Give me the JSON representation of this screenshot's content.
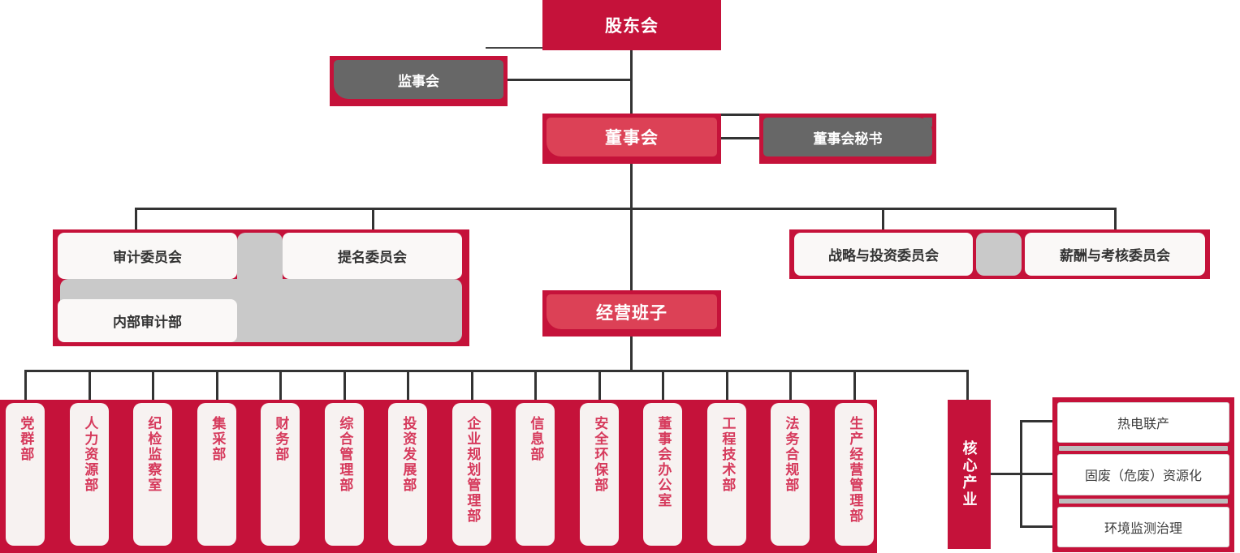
{
  "org": {
    "shareholders": "股东会",
    "supervisory_board": "监事会",
    "board": "董事会",
    "board_secretary": "董事会秘书",
    "audit_committee": "审计委员会",
    "nomination_committee": "提名委员会",
    "internal_audit_dept": "内部审计部",
    "strategy_investment_committee": "战略与投资委员会",
    "compensation_assessment_committee": "薪酬与考核委员会",
    "management_team": "经营班子",
    "departments": [
      "党群部",
      "人力资源部",
      "纪检监察室",
      "集采部",
      "财务部",
      "综合管理部",
      "投资发展部",
      "企业规划管理部",
      "信息部",
      "安全环保部",
      "董事会办公室",
      "工程技术部",
      "法务合规部",
      "生产经营管理部"
    ],
    "core_industry": "核心产业",
    "core_units": [
      "热电联产",
      "固废（危废）资源化",
      "环境监测治理"
    ]
  },
  "colors": {
    "primary_red": "#C5123A",
    "light_red": "#DC4156",
    "dark_gray": "#676767",
    "fill_gray": "#C9C9C9",
    "box_bg": "#F7F2F1",
    "line": "#333333",
    "dept_text_red": "#D63A5C"
  }
}
